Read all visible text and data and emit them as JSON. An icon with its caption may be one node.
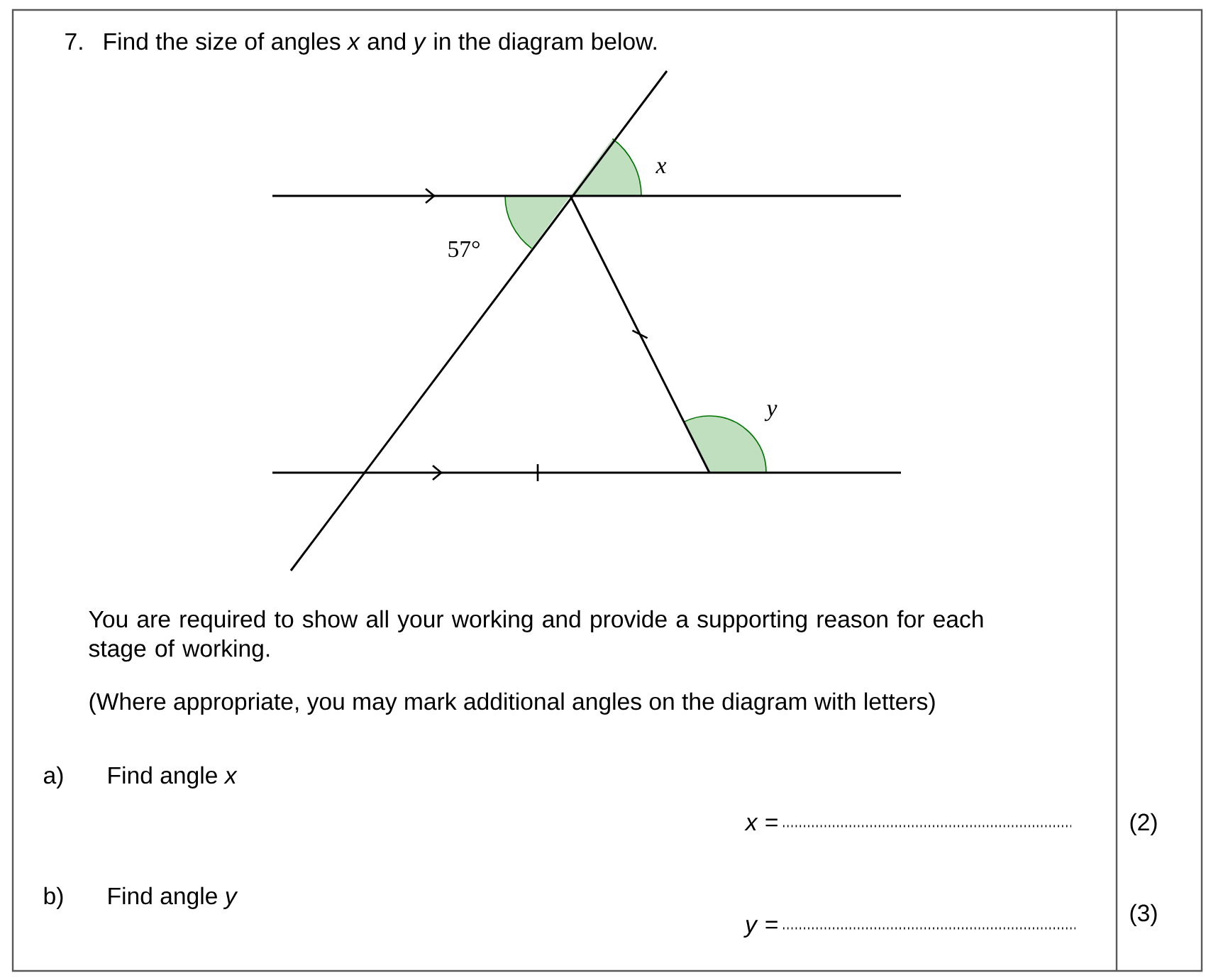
{
  "diagram": {
    "labels": [
      "7.",
      "Find the size of angles *x* and *y* in the diagram below.",
      "x",
      "57°",
      "y",
      "You are required to show all your working and provide a supporting reason for each stage of working.",
      "(Where appropriate, you may mark additional angles on the diagram with letters)",
      "a)",
      "Find angle *x*",
      "*x* =",
      "(2)",
      "b)",
      "Find angle *y*",
      "*y* =",
      "(3)"
    ]
  }
}
